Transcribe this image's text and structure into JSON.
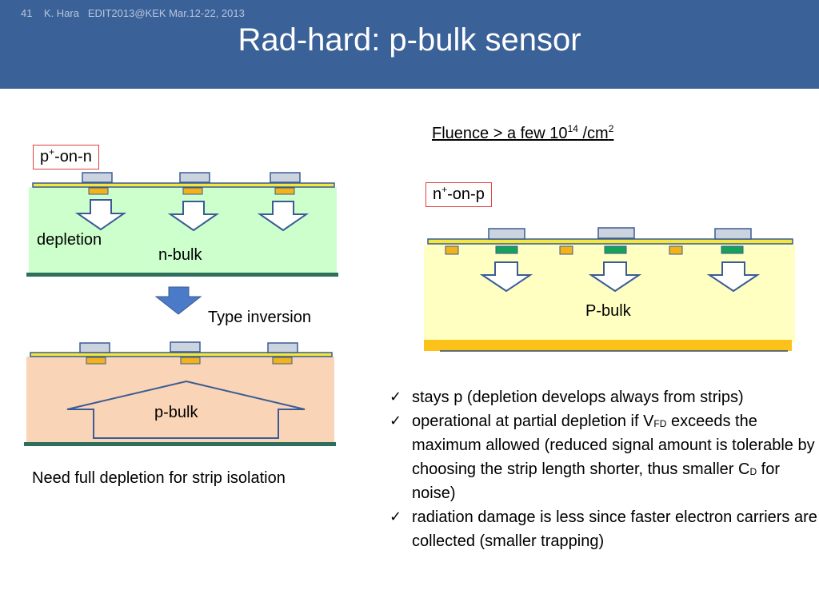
{
  "header": {
    "slide_info": "41    K. Hara   EDIT2013@KEK Mar.12-22, 2013",
    "title": "Rad-hard: p-bulk sensor"
  },
  "left": {
    "top_sensor": {
      "label_main": "p",
      "label_sup": "+",
      "label_rest": "-on-n",
      "depletion": "depletion",
      "bulk": "n-bulk"
    },
    "inversion_label": "Type inversion",
    "bottom_sensor": {
      "bulk": "p-bulk"
    },
    "note": "Need full depletion for strip isolation"
  },
  "right": {
    "fluence_pre": "Fluence > a few 10",
    "fluence_sup1": "14",
    "fluence_mid": " /cm",
    "fluence_sup2": "2",
    "label_main": "n",
    "label_sup": "+",
    "label_rest": "-on-p",
    "bulk": "P-bulk"
  },
  "bullets": {
    "b1": "stays p (depletion develops always from strips)",
    "b2_pre": "operational at partial depletion if V",
    "b2_sub1": "FD",
    "b2_mid": " exceeds the maximum allowed (reduced signal amount is tolerable by choosing the strip length shorter, thus smaller C",
    "b2_sub2": "D",
    "b2_post": " for noise)",
    "b3": "radiation damage is less since faster electron carriers are collected (smaller trapping)"
  },
  "colors": {
    "header": "#3a6198",
    "n_bulk": "#ccffcc",
    "p_bulk_inverted": "#fad4b6",
    "p_bulk": "#ffffc2",
    "strip_yellow": "#f2c20c",
    "metal_gray": "#cbd3de",
    "n_implant_green": "#16a15a",
    "backplane": "#2d6f5a"
  },
  "icons": {
    "bullet": "check-icon",
    "arrows": "hollow-down-arrow",
    "inversion": "solid-down-arrow"
  }
}
